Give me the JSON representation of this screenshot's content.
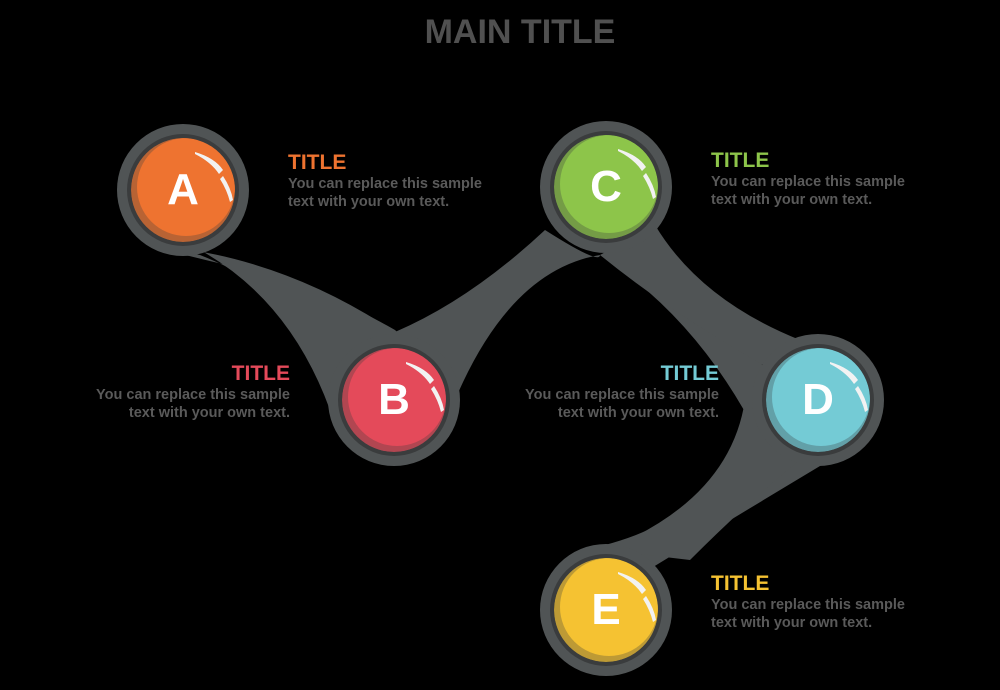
{
  "main_title": "MAIN TITLE",
  "colors": {
    "connector": "#505455",
    "title_text": "#505050",
    "body_text": "#5a5a5a"
  },
  "nodes": [
    {
      "letter": "A",
      "color": "#ee7330",
      "title": "TITLE",
      "text": "You can replace this sample text with your own text."
    },
    {
      "letter": "B",
      "color": "#e44a5a",
      "title": "TITLE",
      "text": "You can replace this sample text with your own text."
    },
    {
      "letter": "C",
      "color": "#8dc54a",
      "title": "TITLE",
      "text": "You can replace this sample text with your own text."
    },
    {
      "letter": "D",
      "color": "#74cbd5",
      "title": "TITLE",
      "text": "You can replace this sample text with your own text."
    },
    {
      "letter": "E",
      "color": "#f5c232",
      "title": "TITLE",
      "text": "You can replace this sample text with your own text."
    }
  ]
}
